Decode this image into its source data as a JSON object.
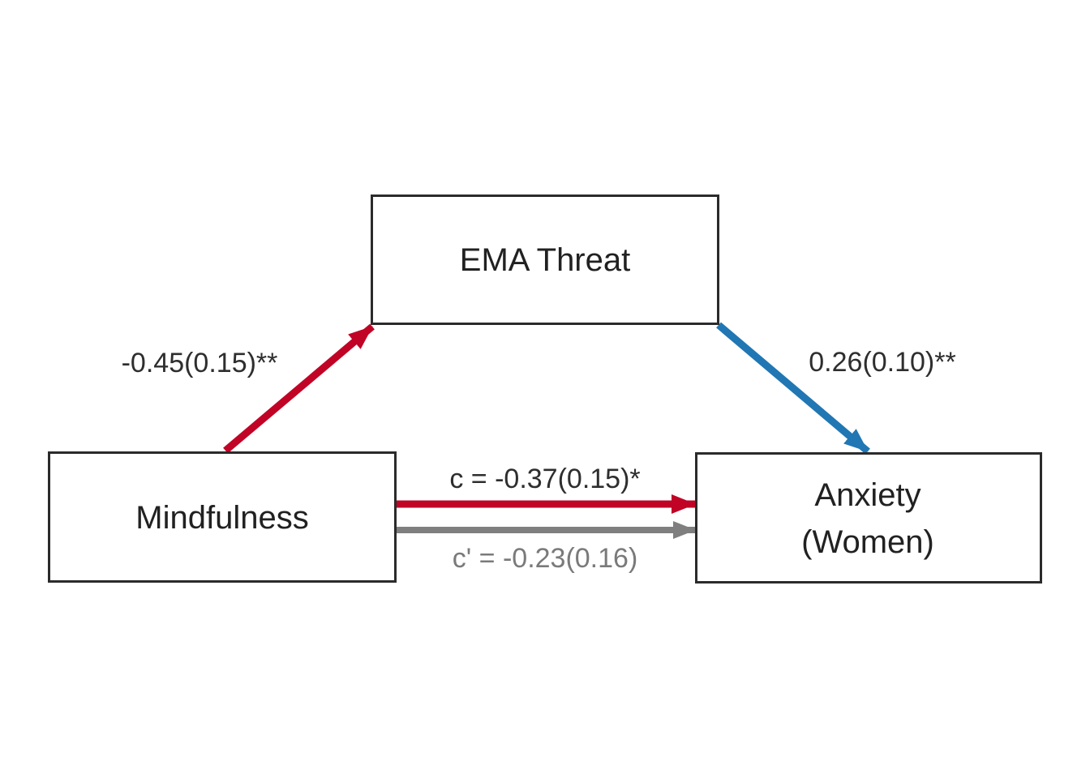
{
  "figure": {
    "type": "mediation-path-diagram",
    "background": "#FFFFFF"
  },
  "nodes": {
    "mediator": {
      "label": "EMA Threat"
    },
    "predictor": {
      "label": "Mindfulness"
    },
    "outcome": {
      "line1": "Anxiety",
      "line2": "(Women)"
    }
  },
  "node_style": {
    "fill": "#FFFFFF",
    "border_color": "#2B2B2B",
    "text_color": "#212121"
  },
  "paths": {
    "a": {
      "from": "Mindfulness",
      "to": "EMA Threat",
      "label": "-0.45(0.15)**",
      "estimate": -0.45,
      "se": 0.15,
      "significance": "**",
      "color": "#C10326",
      "label_color": "#2E2E2E"
    },
    "b": {
      "from": "EMA Threat",
      "to": "Anxiety (Women)",
      "label": "0.26(0.10)**",
      "estimate": 0.26,
      "se": 0.1,
      "significance": "**",
      "color": "#2077B4",
      "label_color": "#2E2E2E"
    },
    "c": {
      "from": "Mindfulness",
      "to": "Anxiety (Women)",
      "label": "c = -0.37(0.15)*",
      "estimate": -0.37,
      "se": 0.15,
      "significance": "*",
      "color": "#C10326",
      "label_color": "#2E2E2E"
    },
    "c_prime": {
      "from": "Mindfulness",
      "to": "Anxiety (Women)",
      "label": "c' = -0.23(0.16)",
      "estimate": -0.23,
      "se": 0.16,
      "significance": "",
      "color": "#7F7F7F",
      "label_color": "#7A7A7A"
    }
  }
}
